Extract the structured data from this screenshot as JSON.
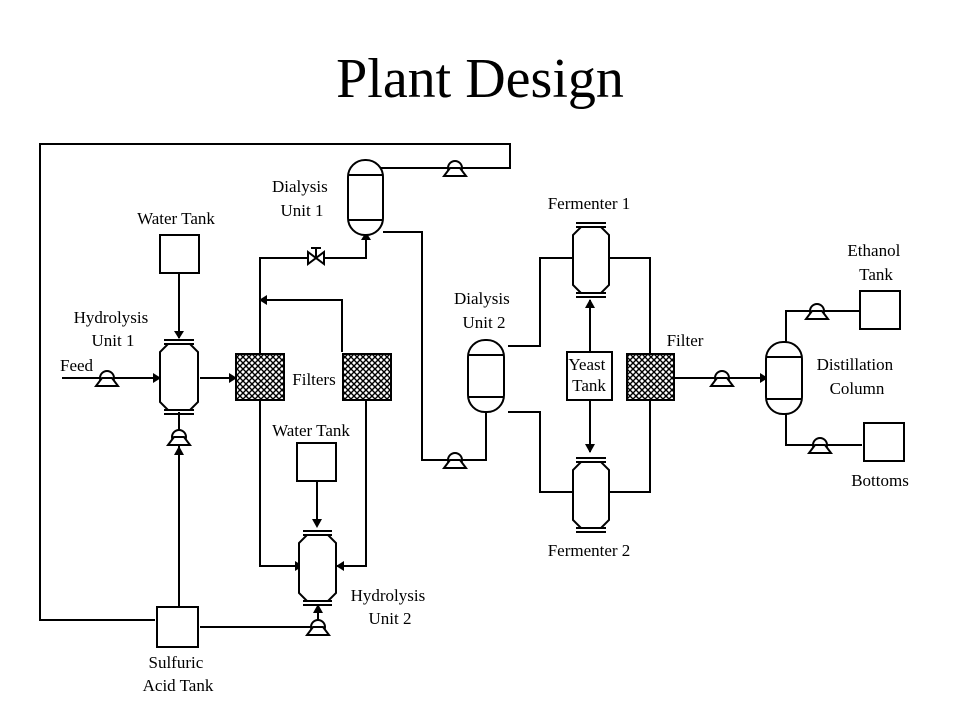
{
  "title": "Plant Design",
  "labels": {
    "feed": "Feed",
    "water_tank_1": "Water Tank",
    "hydrolysis_1": [
      "Hydrolysis",
      "Unit 1"
    ],
    "dialysis_1": [
      "Dialysis",
      "Unit 1"
    ],
    "filters": "Filters",
    "water_tank_2": "Water Tank",
    "hydrolysis_2": [
      "Hydrolysis",
      "Unit 2"
    ],
    "sulfuric": [
      "Sulfuric",
      "Acid Tank"
    ],
    "dialysis_2": [
      "Dialysis",
      "Unit 2"
    ],
    "fermenter_1": "Fermenter 1",
    "fermenter_2": "Fermenter 2",
    "yeast": [
      "Yeast",
      "Tank"
    ],
    "filter": "Filter",
    "ethanol": [
      "Ethanol",
      "Tank"
    ],
    "distillation": [
      "Distillation",
      "Column"
    ],
    "bottoms": "Bottoms"
  }
}
